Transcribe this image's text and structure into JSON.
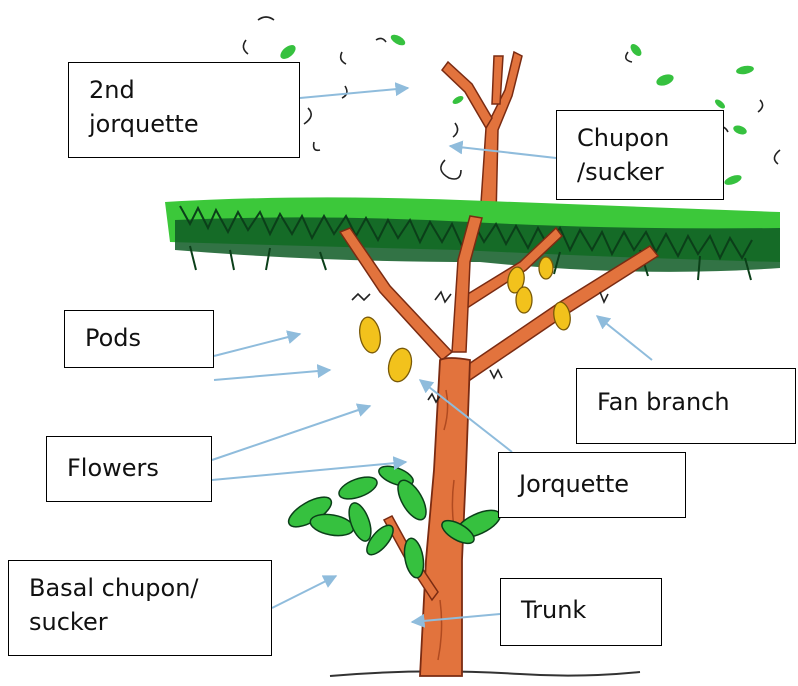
{
  "labels": {
    "second_jorquette": [
      "2nd",
      "jorquette"
    ],
    "chupon": [
      "Chupon",
      "/sucker"
    ],
    "pods": [
      "Pods"
    ],
    "fan_branch": [
      "Fan branch"
    ],
    "flowers": [
      "Flowers"
    ],
    "jorquette": [
      "Jorquette"
    ],
    "basal_chupon": [
      "Basal chupon/",
      "sucker"
    ],
    "trunk": [
      "Trunk"
    ]
  },
  "colors": {
    "trunk": "#e2733d",
    "trunk_outline": "#7a2b12",
    "canopy_light": "#3cc83a",
    "canopy_dark": "#0e5a25",
    "leaf_green": "#36c13f",
    "pod_yellow": "#f2c21c",
    "arrow": "#8fbcdc",
    "box_border": "#000000"
  }
}
